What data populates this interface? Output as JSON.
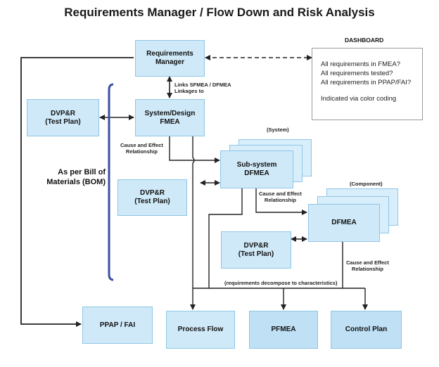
{
  "title": "Requirements Manager / Flow Down and Risk Analysis",
  "boxes": {
    "req_manager": "Requirements\nManager",
    "sys_fmea": "System/Design\nFMEA",
    "dvpr_top": "DVP&R\n(Test Plan)",
    "dvpr_mid": "DVP&R\n(Test Plan)",
    "subsystem": "Sub-system\nDFMEA",
    "dfmea": "DFMEA",
    "dvpr_low": "DVP&R\n(Test Plan)",
    "ppap": "PPAP / FAI",
    "process_flow": "Process Flow",
    "pfmea": "PFMEA",
    "control_plan": "Control Plan"
  },
  "labels": {
    "links": "Links SFMEA / DFMEA\nLinkages to",
    "cause1": "Cause and Effect\nRelationship",
    "system": "(System)",
    "cause2": "Cause and Effect\nRelationship",
    "component": "(Component)",
    "cause3": "Cause and Effect\nRelationship",
    "decompose": "(requirements decompose to characteristics)",
    "bom": "As per Bill of\nMaterials\n(BOM)"
  },
  "dashboard": {
    "heading": "DASHBOARD",
    "items": [
      "All requirements in FMEA?",
      "All requirements tested?",
      "All requirements in PPAP/FAI?"
    ],
    "note": "Indicated via color coding"
  },
  "colors": {
    "box_fill": "#cfe9f8",
    "box_border": "#8fc6e6",
    "bracket": "#3b4fa3",
    "line": "#222222"
  }
}
